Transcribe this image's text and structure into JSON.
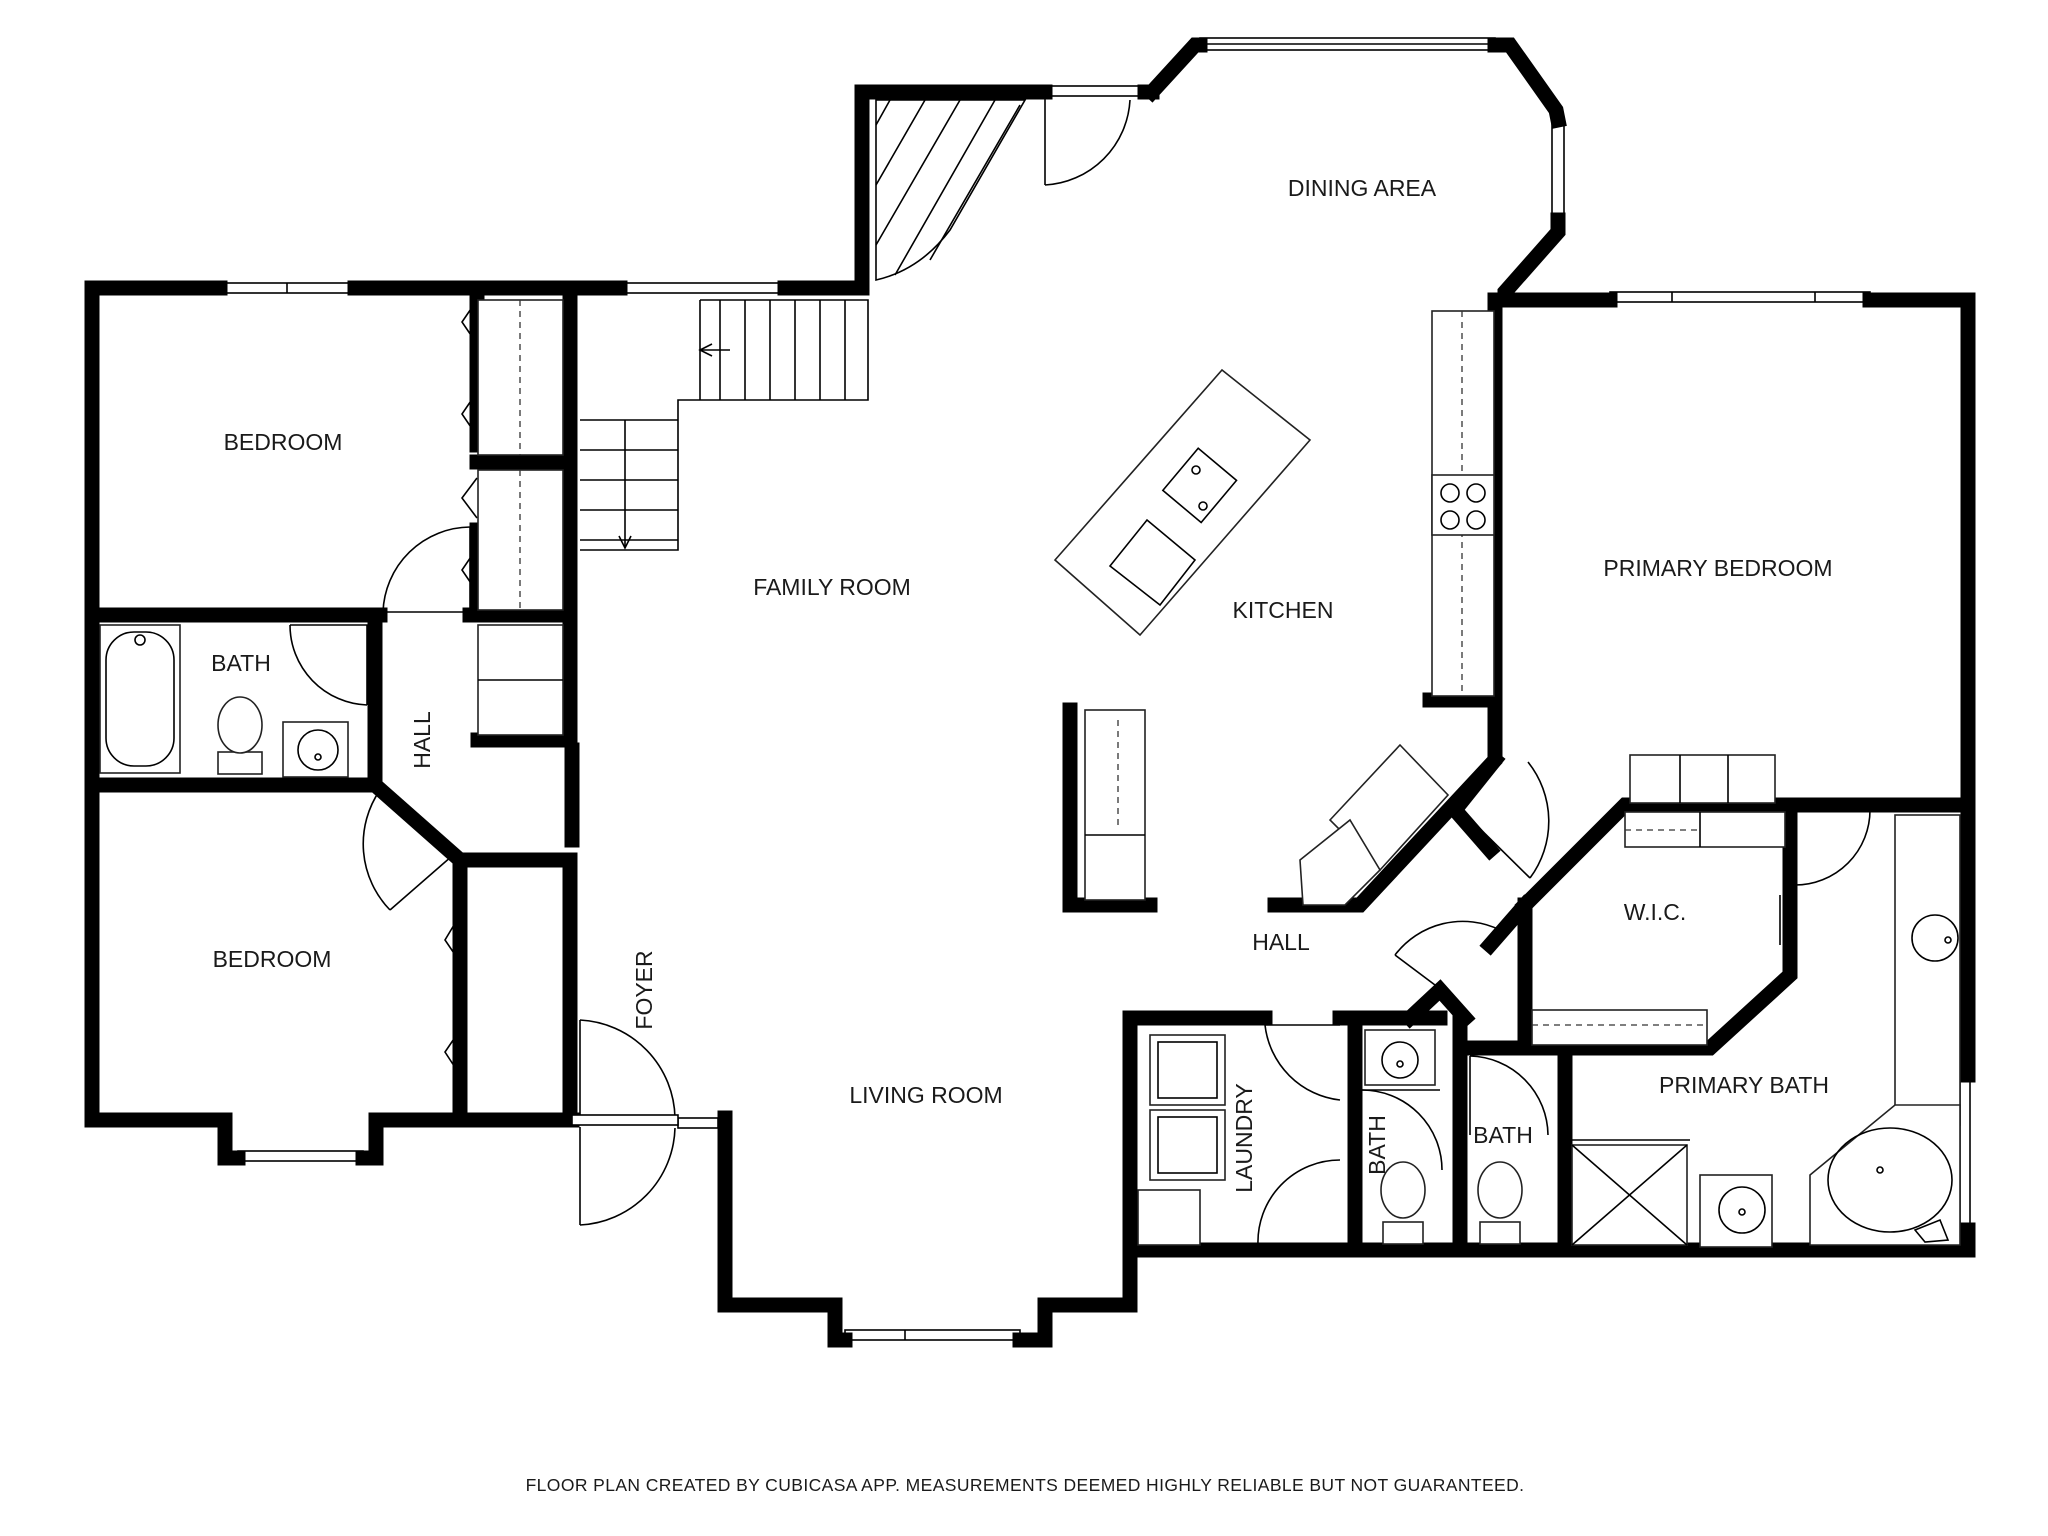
{
  "plan": {
    "rooms": {
      "bedroom_1": "BEDROOM",
      "bath_1": "BATH",
      "hall_1": "HALL",
      "bedroom_2": "BEDROOM",
      "foyer": "FOYER",
      "family_room": "FAMILY ROOM",
      "dining_area": "DINING AREA",
      "kitchen": "KITCHEN",
      "primary_bedroom": "PRIMARY BEDROOM",
      "hall_2": "HALL",
      "wic": "W.I.C.",
      "living_room": "LIVING ROOM",
      "laundry": "LAUNDRY",
      "bath_2": "BATH",
      "bath_3": "BATH",
      "primary_bath": "PRIMARY BATH"
    },
    "footer_note": "FLOOR PLAN CREATED BY CUBICASA APP. MEASUREMENTS DEEMED HIGHLY RELIABLE BUT NOT GUARANTEED."
  },
  "colors": {
    "wall": "#000000",
    "background": "#ffffff",
    "text": "#1a1a1a"
  }
}
